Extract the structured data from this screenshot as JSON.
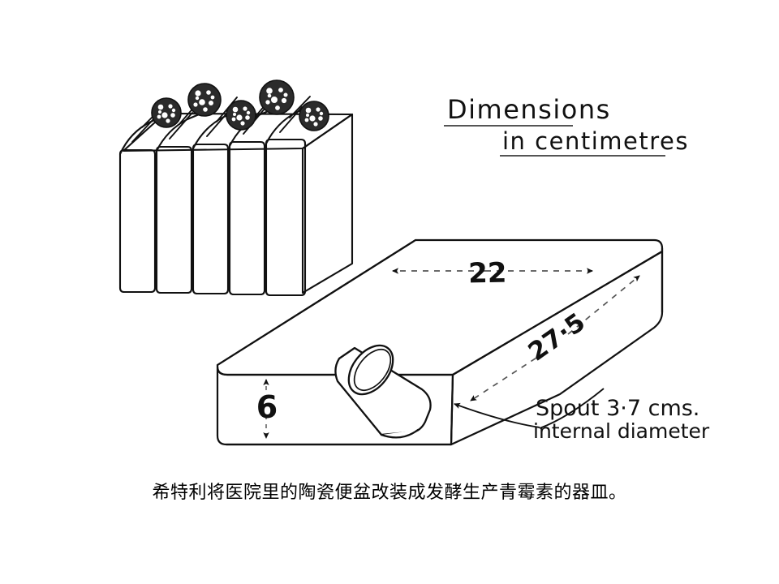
{
  "figure": {
    "title_note_line1": "Dimensions",
    "title_note_line2": "in centimetres",
    "caption": "希特利将医院里的陶瓷便盆改装成发酵生产青霉素的器皿。",
    "background_color": "#ffffff",
    "ink_color": "#111111"
  },
  "annotations": {
    "length_label": "22",
    "depth_label": "27·5",
    "height_label": "6",
    "spout_label_line1": "Spout  3·7 cms.",
    "spout_label_line2": "internal diameter"
  },
  "measurements": {
    "length_cm": 22,
    "depth_cm": 27.5,
    "height_cm": 6,
    "spout_internal_diameter_cm": 3.7
  },
  "stack": {
    "vessel_count": 5,
    "plug_count": 5,
    "description_name": "stacked-vessels"
  },
  "icons": {
    "arrow_head": "arrow-head-icon",
    "cotton_plug": "cotton-wool-plug-icon"
  }
}
